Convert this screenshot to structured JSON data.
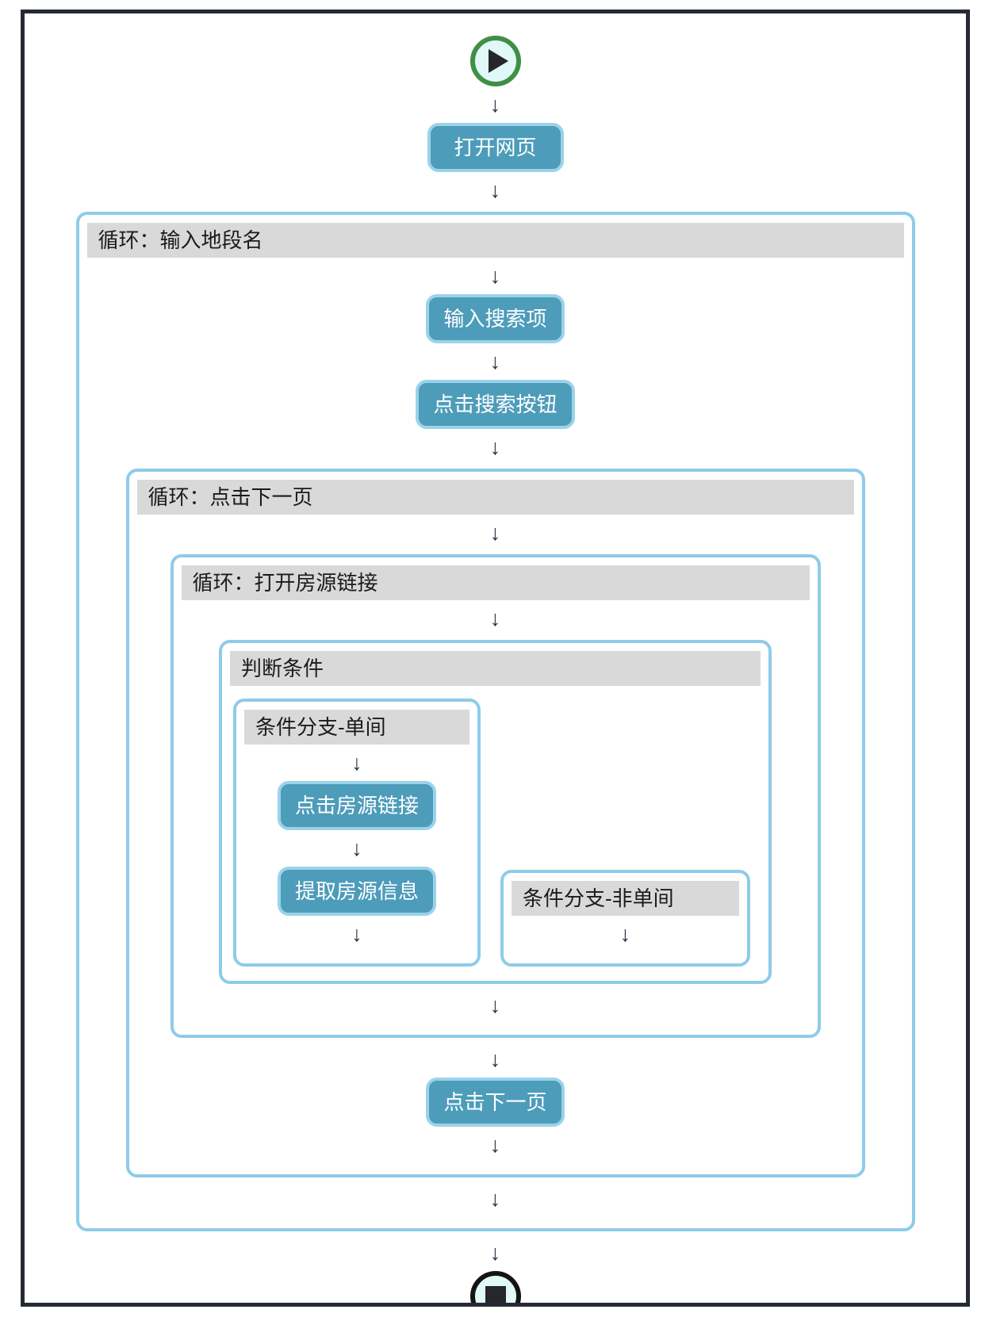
{
  "colors": {
    "node_fill": "#4d9cba",
    "node_border": "#9ad3ea",
    "node_text": "#ffffff",
    "container_border": "#8ecbea",
    "header_bg": "#d9d9d9",
    "header_text": "#1b1b1b",
    "arrow": "#2a3142",
    "start_ring": "#3f8f46",
    "stop_ring": "#141414",
    "icon_bg": "#e0f8f8",
    "icon_glyph": "#26272b",
    "frame_border": "#262b33",
    "canvas_bg": "#ffffff"
  },
  "glyphs": {
    "down_arrow": "↓"
  },
  "icons": {
    "start": "play-icon",
    "stop": "stop-icon"
  },
  "nodes": {
    "open_webpage": "打开网页",
    "input_search_term": "输入搜索项",
    "click_search_button": "点击搜索按钮",
    "click_listing_link": "点击房源链接",
    "extract_listing_info": "提取房源信息",
    "click_next_page": "点击下一页"
  },
  "containers": {
    "loop_input_district": "循环：输入地段名",
    "loop_click_next_page": "循环：点击下一页",
    "loop_open_listing_link": "循环：打开房源链接",
    "condition": "判断条件",
    "branch_single_room": "条件分支-单间",
    "branch_not_single_room": "条件分支-非单间"
  }
}
